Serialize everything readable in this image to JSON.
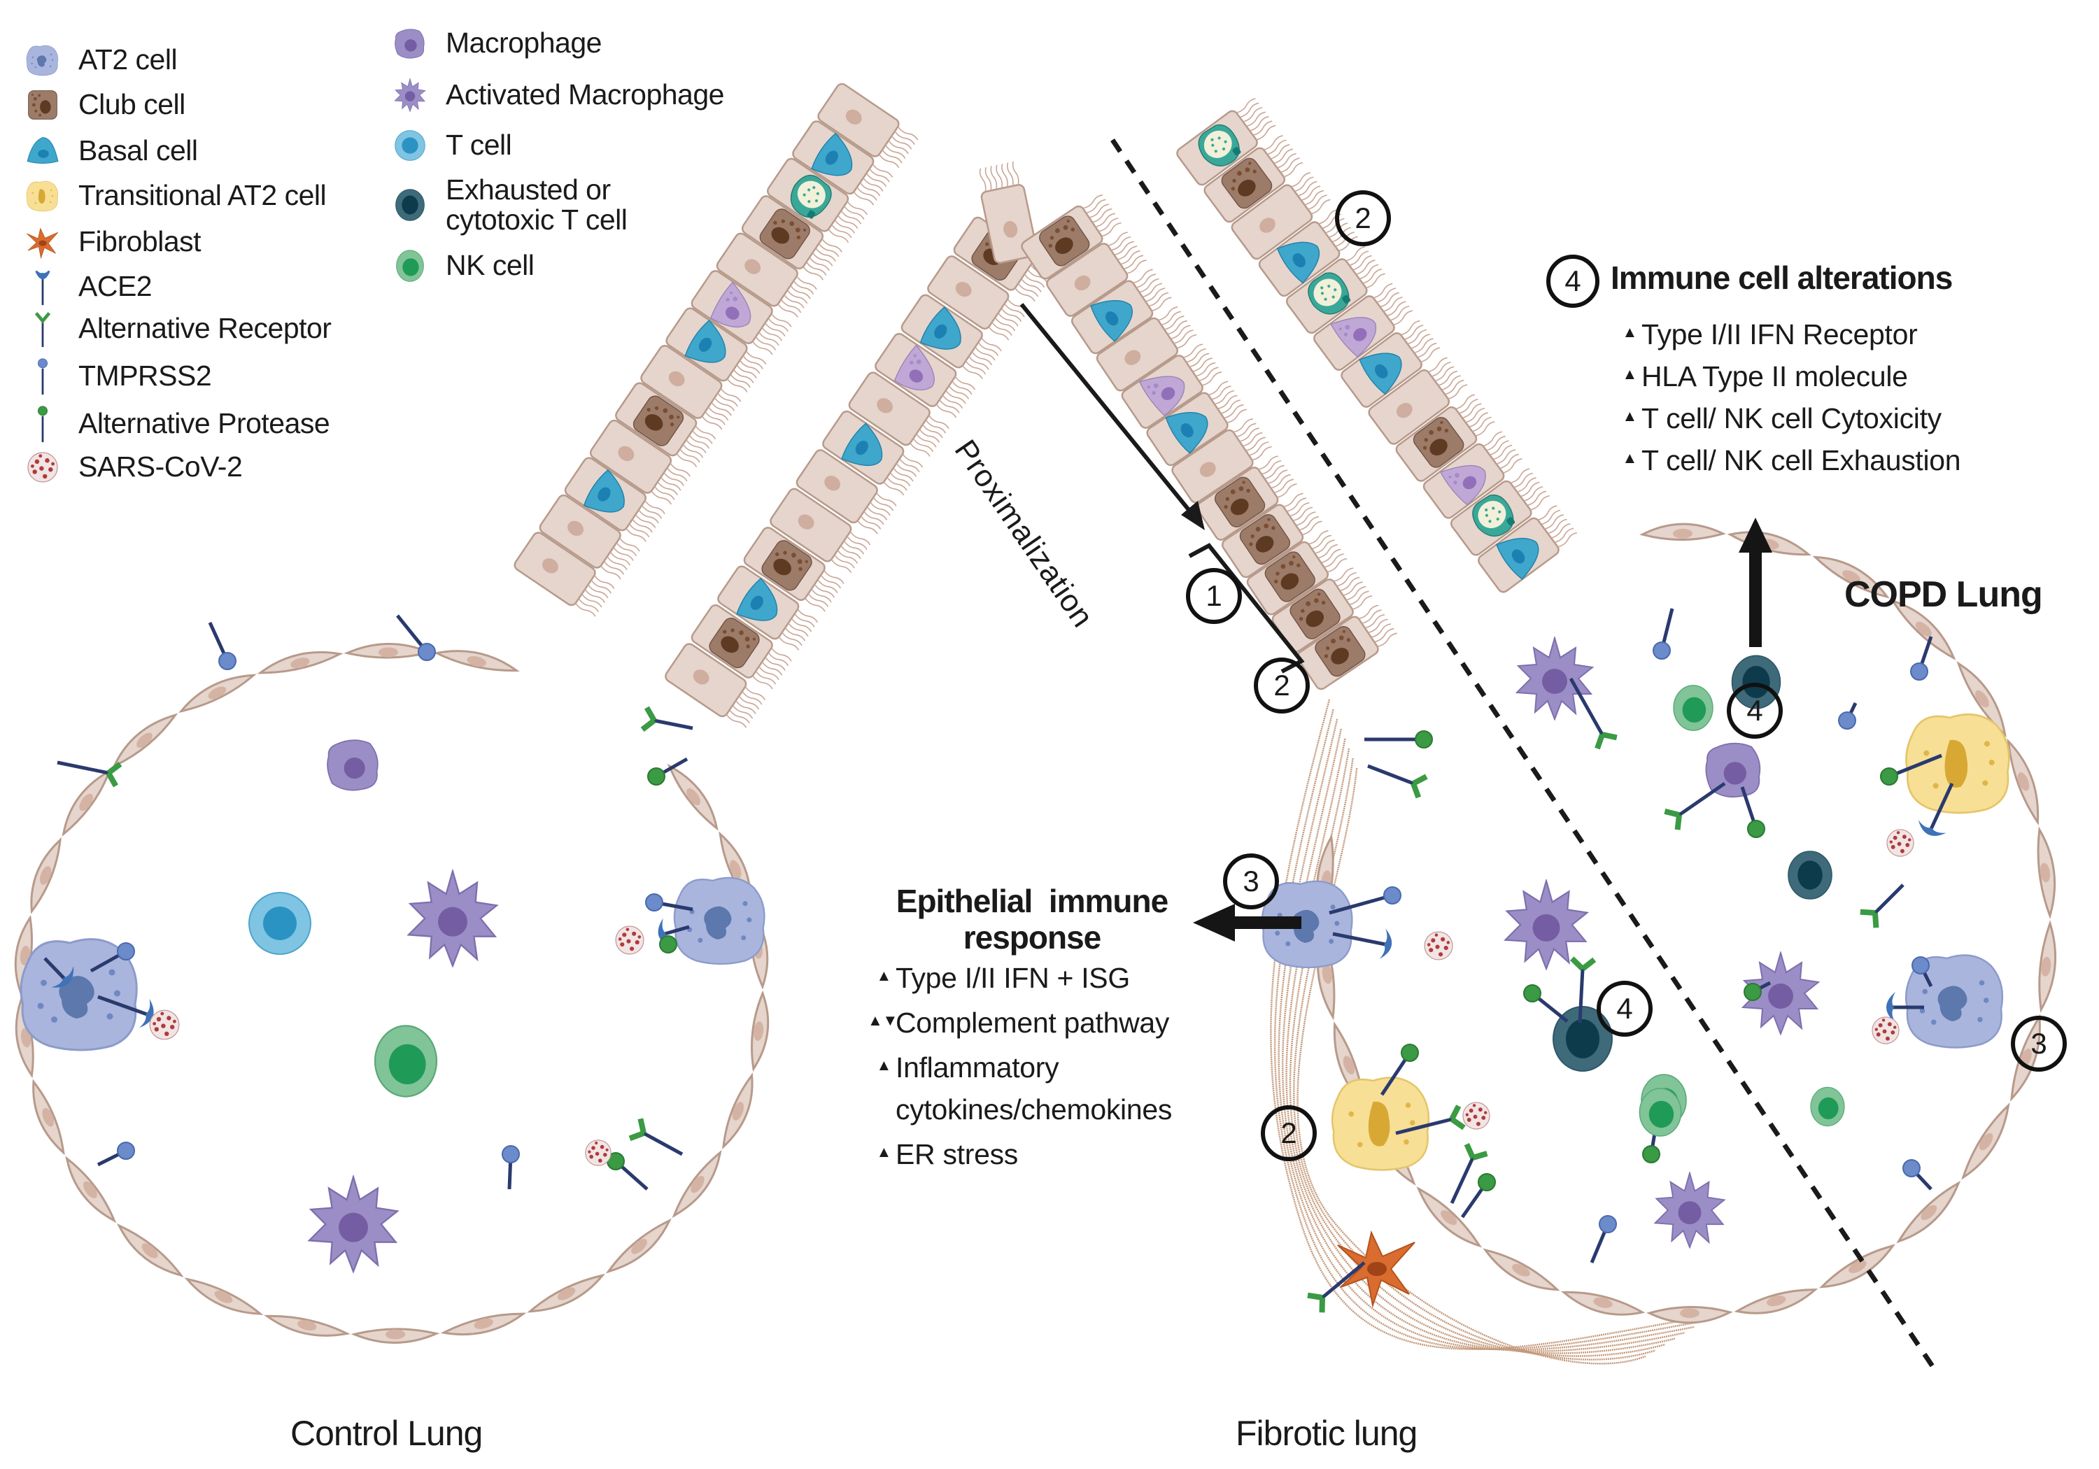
{
  "colors": {
    "at2": "#a9b5dc",
    "at2_nucleus": "#5c78ad",
    "club": "#9c7b69",
    "club_nucleus": "#5f3a23",
    "basal": "#3fa6cc",
    "basal_nucleus": "#1c80b2",
    "transitional": "#f7df95",
    "transitional_nucleus": "#d7a934",
    "fibroblast": "#d96c2e",
    "ace2": "#3f72b8",
    "alt_receptor": "#3b9a44",
    "tmprss2": "#6b8bcb",
    "alt_protease": "#3b9a44",
    "stalk": "#2a3a6e",
    "sars": "#b23a3a",
    "macrophage": "#9b8ec6",
    "macrophage_nucleus": "#755da3",
    "tcell": "#7fc4e2",
    "tcell_nucleus": "#2b93c4",
    "exhausted": "#3e6a7a",
    "exhausted_nucleus": "#0d3b4c",
    "nk": "#80c497",
    "nk_nucleus": "#209a57",
    "epithelium": "#e5d5cc",
    "epithelium_edge": "#b79a8b",
    "goblet": "#3aa899",
    "ionocyte": "#c0a8d6",
    "fiber": "#c49a7c"
  },
  "legend": {
    "column1": [
      {
        "icon": "at2-cell-icon",
        "label": "AT2 cell"
      },
      {
        "icon": "club-cell-icon",
        "label": "Club cell"
      },
      {
        "icon": "basal-cell-icon",
        "label": "Basal cell"
      },
      {
        "icon": "transitional-at2-cell-icon",
        "label": "Transitional AT2 cell"
      },
      {
        "icon": "fibroblast-icon",
        "label": "Fibroblast"
      },
      {
        "icon": "ace2-icon",
        "label": "ACE2"
      },
      {
        "icon": "alternative-receptor-icon",
        "label": "Alternative Receptor"
      },
      {
        "icon": "tmprss2-icon",
        "label": "TMPRSS2"
      },
      {
        "icon": "alternative-protease-icon",
        "label": "Alternative Protease"
      },
      {
        "icon": "sars-cov-2-icon",
        "label": "SARS-CoV-2"
      }
    ],
    "column2": [
      {
        "icon": "macrophage-icon",
        "label": "Macrophage"
      },
      {
        "icon": "activated-macrophage-icon",
        "label": "Activated Macrophage"
      },
      {
        "icon": "t-cell-icon",
        "label": "T cell"
      },
      {
        "icon": "exhausted-t-cell-icon",
        "label": "Exhausted or\ncytotoxic T cell"
      },
      {
        "icon": "nk-cell-icon",
        "label": "NK cell"
      }
    ]
  },
  "annotations": {
    "proximalization": "Proximalization",
    "immune_alterations": {
      "number": "4",
      "title": "Immune cell alterations",
      "items": [
        {
          "direction": "up",
          "text": "Type I/II IFN Receptor"
        },
        {
          "direction": "up",
          "text": "HLA Type II molecule"
        },
        {
          "direction": "up",
          "text": "T cell/ NK cell Cytoxicity"
        },
        {
          "direction": "up",
          "text": "T cell/ NK cell Exhaustion"
        }
      ]
    },
    "epithelial_response": {
      "number": "3",
      "title_line1": "Epithelial  immune",
      "title_line2": "response",
      "items": [
        {
          "direction": "up",
          "text": "Type I/II IFN + ISG"
        },
        {
          "direction": "up-down",
          "text": "Complement pathway"
        },
        {
          "direction": "up",
          "text": "Inflammatory\ncytokines/chemokines"
        },
        {
          "direction": "up",
          "text": "ER stress"
        }
      ]
    },
    "markers": [
      {
        "id": "marker-1-proximal",
        "number": "1"
      },
      {
        "id": "marker-2-airway",
        "number": "2"
      },
      {
        "id": "marker-2-copd-airway",
        "number": "2"
      },
      {
        "id": "marker-2-fibrotic-transitional",
        "number": "2"
      },
      {
        "id": "marker-4-copd-macrophage",
        "number": "4"
      },
      {
        "id": "marker-4-fibrotic-tcell",
        "number": "4"
      },
      {
        "id": "marker-3-copd-at2",
        "number": "3"
      }
    ]
  },
  "lungs": {
    "control": {
      "label": "Control Lung"
    },
    "fibrotic": {
      "label": "Fibrotic lung"
    },
    "copd": {
      "label": "COPD Lung"
    }
  }
}
